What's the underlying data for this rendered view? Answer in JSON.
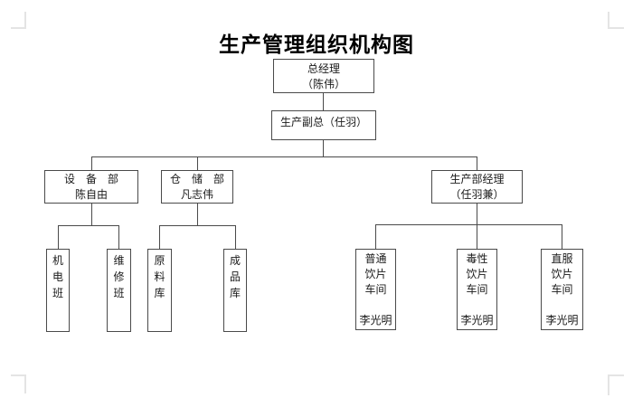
{
  "org_chart": {
    "title": "生产管理组织机构图",
    "colors": {
      "line": "#4a4a4a",
      "text": "#1a1a1a",
      "boundary_mark": "#e4e4e4"
    },
    "nodes": {
      "general_manager": "总经理\n（陈伟）",
      "production_vp": "生产副总（任羽）",
      "equipment_dept": "设　备　部\n陈自由",
      "storage_dept": "仓　储　部\n凡志伟",
      "production_dept_manager": "生产部经理\n（任羽兼）",
      "electromechanical_team": "机\n电\n班",
      "maintenance_team": "维\n修\n班",
      "raw_material_warehouse": "原\n料\n库",
      "finished_goods_warehouse": "成\n品\n库",
      "ordinary_pieces_workshop": "普通\n饮片\n车间\n\n李光明",
      "toxic_pieces_workshop": "毒性\n饮片\n车间\n\n李光明",
      "direct_use_pieces_workshop": "直服\n饮片\n车间\n\n李光明"
    }
  }
}
